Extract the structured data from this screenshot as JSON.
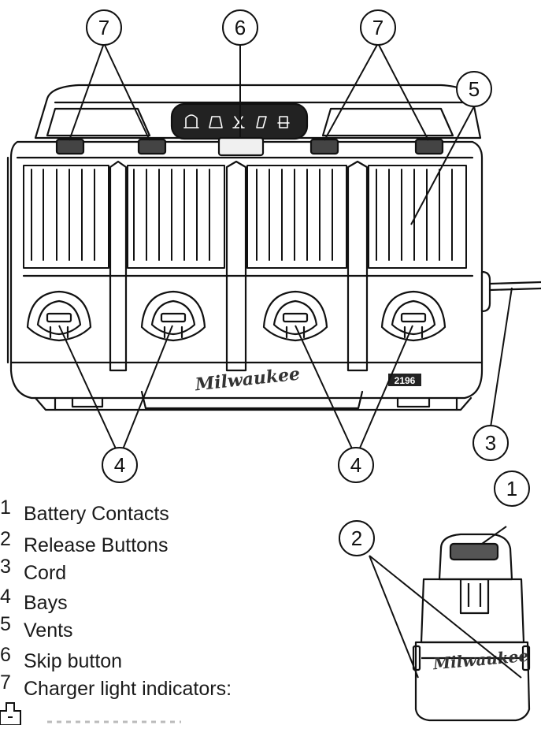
{
  "callouts": {
    "c1": "1",
    "c2": "2",
    "c3": "3",
    "c4a": "4",
    "c4b": "4",
    "c5": "5",
    "c6": "6",
    "c7a": "7",
    "c7b": "7"
  },
  "legend": [
    {
      "num": "1.",
      "text": "Battery Contacts"
    },
    {
      "num": "2.",
      "text": "Release Buttons"
    },
    {
      "num": "3.",
      "text": "Cord"
    },
    {
      "num": "4.",
      "text": "Bays"
    },
    {
      "num": "5.",
      "text": "Vents"
    },
    {
      "num": "6.",
      "text": "Skip button"
    },
    {
      "num": "7.",
      "text": "Charger light indicators:"
    }
  ],
  "branding": {
    "charger_logo": "Milwaukee",
    "battery_logo": "Milwaukee",
    "model_badge": "2196"
  },
  "icons": [
    "charger-outline-icon",
    "battery-pack-icon",
    "status-light-icon"
  ]
}
